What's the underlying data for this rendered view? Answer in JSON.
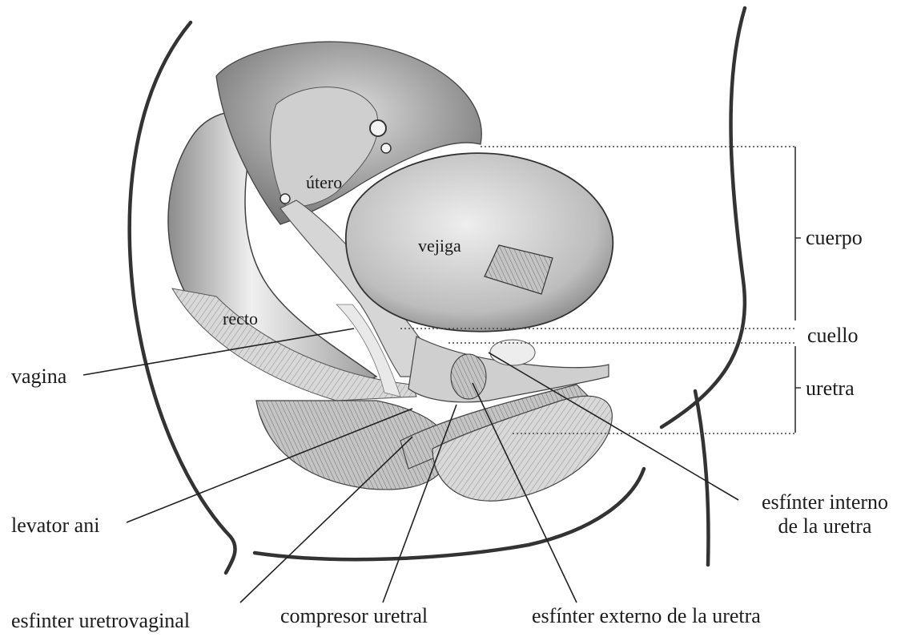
{
  "diagram": {
    "labels": {
      "utero": "útero",
      "vejiga": "vejiga",
      "recto": "recto",
      "vagina": "vagina",
      "levator_ani": "levator ani",
      "esfinter_uretrovaginal": "esfinter uretrovaginal",
      "compresor_uretral": "compresor uretral",
      "esfinter_externo": "esfínter externo de la uretra",
      "esfinter_interno_line1": "esfínter interno",
      "esfinter_interno_line2": "de la uretra",
      "cuerpo": "cuerpo",
      "cuello": "cuello",
      "uretra": "uretra"
    }
  }
}
